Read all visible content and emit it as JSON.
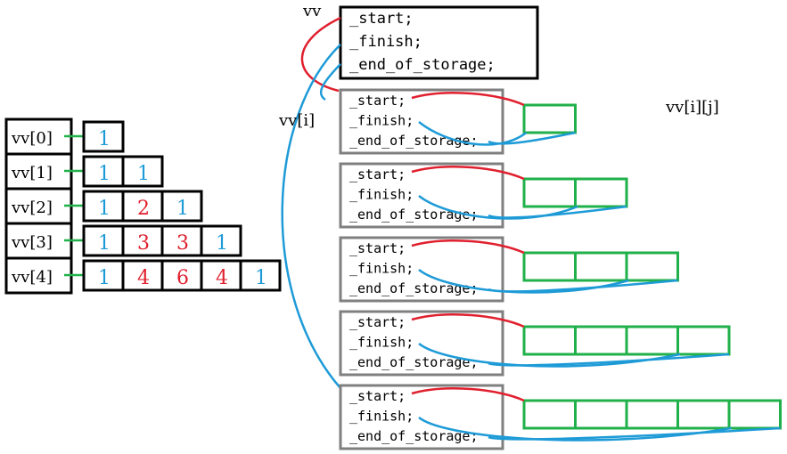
{
  "colors": {
    "black": "#000000",
    "gray": "#7f7f7f",
    "red": "#e0202e",
    "blue": "#1e9bd7",
    "green": "#20b14a"
  },
  "left": {
    "rows": [
      {
        "label": "vv[0]",
        "values": [
          "1"
        ],
        "colors": [
          "blue"
        ]
      },
      {
        "label": "vv[1]",
        "values": [
          "1",
          "1"
        ],
        "colors": [
          "blue",
          "blue"
        ]
      },
      {
        "label": "vv[2]",
        "values": [
          "1",
          "2",
          "1"
        ],
        "colors": [
          "blue",
          "red",
          "blue"
        ]
      },
      {
        "label": "vv[3]",
        "values": [
          "1",
          "3",
          "3",
          "1"
        ],
        "colors": [
          "blue",
          "red",
          "red",
          "blue"
        ]
      },
      {
        "label": "vv[4]",
        "values": [
          "1",
          "4",
          "6",
          "4",
          "1"
        ],
        "colors": [
          "blue",
          "red",
          "red",
          "red",
          "blue"
        ]
      }
    ]
  },
  "outer": {
    "name": "vv",
    "fields": [
      "_start;",
      "_finish;",
      "_end_of_storage;"
    ]
  },
  "inner": {
    "name": "vv[i]",
    "fields": [
      "_start;",
      "_finish;",
      "_end_of_storage;"
    ],
    "cell_counts": [
      1,
      2,
      3,
      4,
      5
    ]
  },
  "element_label": "vv[i][j]"
}
